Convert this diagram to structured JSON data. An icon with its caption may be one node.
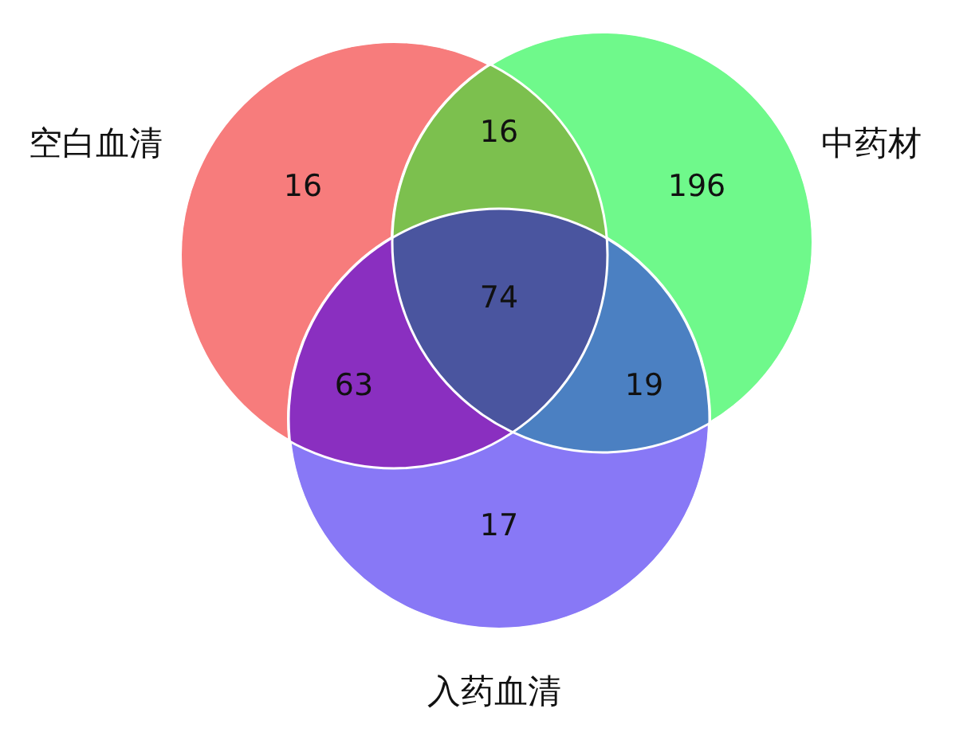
{
  "diagram": {
    "nodes": [
      {
        "text": [
          "空白血清"
        ]
      },
      {
        "text": [
          "中药材"
        ]
      },
      {
        "text": [
          "入药血清"
        ]
      }
    ],
    "labels": [
      "16",
      "16",
      "196",
      "74",
      "63",
      "19",
      "17"
    ]
  }
}
